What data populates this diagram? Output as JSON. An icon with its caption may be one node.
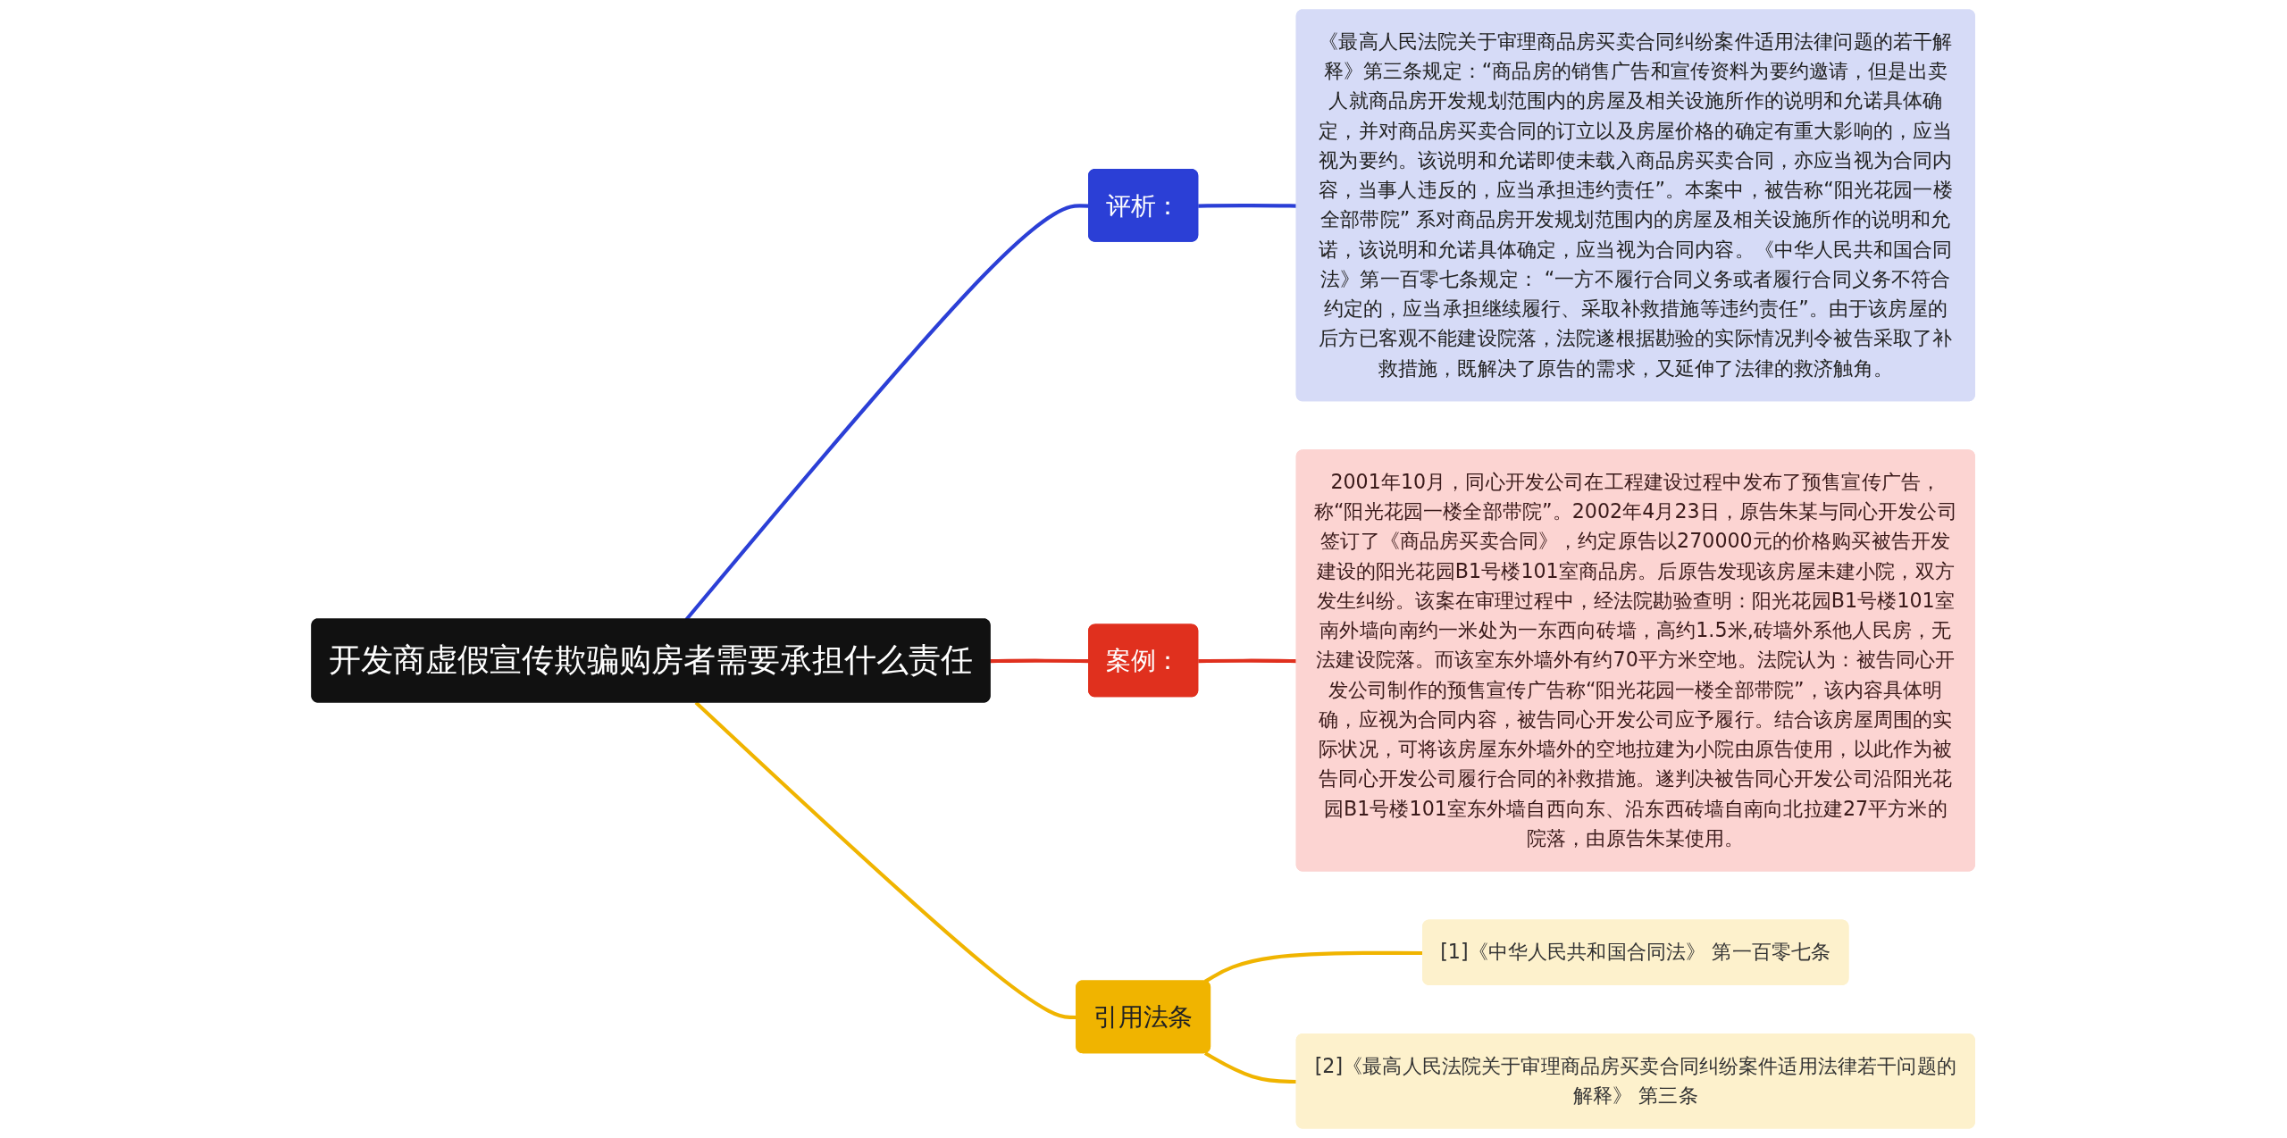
{
  "diagram": {
    "nodes": [
      {
        "text": [
          "开发商虚假宣传欺骗购房者需要承担什么责任"
        ]
      },
      {
        "text": [
          "评析："
        ]
      },
      {
        "text": [
          "《最高人民法院关于审理商品房买卖合同纠纷案件适用法律问题的若干解释》第三条规定：“商品房的销售广告和宣传资料为要约邀请，但是出卖人就商品房开发规划范围内的房屋及相关设施所作的说明和允诺具体确定，并对商品房买卖合同的订立以及房屋价格的确定有重大影响的，应当视为要约。该说明和允诺即使未载入商品房买卖合同，亦应当视为合同内容，当事人违反的，应当承担违约责任”。本案中，被告称“阳光花园一楼全部带院” 系对商品房开发规划范围内的房屋及相关设施所作的说明和允诺，该说明和允诺具体确定，应当视为合同内容。《中华人民共和国合同法》第一百零七条规定： “一方不履行合同义务或者履行合同义务不符合约定的，应当承担继续履行、采取补救措施等违约责任”。由于该房屋的后方已客观不能建设院落，法院遂根据勘验的实际情况判令被告采取了补救措施，既解决了原告的需求，又延伸了法律的救济触角。"
        ]
      },
      {
        "text": [
          "案例："
        ]
      },
      {
        "text": [
          "2001年10月，同心开发公司在工程建设过程中发布了预售宣传广告，称“阳光花园一楼全部带院”。2002年4月23日，原告朱某与同心开发公司签订了《商品房买卖合同》，约定原告以270000元的价格购买被告开发建设的阳光花园B1号楼101室商品房。后原告发现该房屋未建小院，双方发生纠纷。该案在审理过程中，经法院勘验查明：阳光花园B1号楼101室南外墙向南约一米处为一东西向砖墙，高约1.5米,砖墙外系他人民房，无法建设院落。而该室东外墙外有约70平方米空地。法院认为：被告同心开发公司制作的预售宣传广告称“阳光花园一楼全部带院”，该内容具体明确，应视为合同内容，被告同心开发公司应予履行。结合该房屋周围的实际状况，可将该房屋东外墙外的空地拉建为小院由原告使用，以此作为被告同心开发公司履行合同的补救措施。遂判决被告同心开发公司沿阳光花园B1号楼101室东外墙自西向东、沿东西砖墙自南向北拉建27平方米的院落，由原告朱某使用。"
        ]
      },
      {
        "text": [
          "引用法条"
        ]
      },
      {
        "text": [
          "[1]《中华人民共和国合同法》 第一百零七条"
        ]
      },
      {
        "text": [
          "[2]《最高人民法院关于审理商品房买卖合同纠纷案件适用法律若干问题的解释》 第三条"
        ]
      }
    ],
    "edges": [
      {
        "from": 0,
        "to": 1,
        "arrow": "none",
        "color": "#2b3fd6"
      },
      {
        "from": 1,
        "to": 2,
        "arrow": "none",
        "color": "#2b3fd6"
      },
      {
        "from": 0,
        "to": 3,
        "arrow": "none",
        "color": "#e0301e"
      },
      {
        "from": 3,
        "to": 4,
        "arrow": "none",
        "color": "#e0301e"
      },
      {
        "from": 0,
        "to": 5,
        "arrow": "none"
      },
      {
        "from": 5,
        "to": 6,
        "arrow": "none"
      },
      {
        "from": 5,
        "to": 7,
        "arrow": "none"
      }
    ]
  }
}
